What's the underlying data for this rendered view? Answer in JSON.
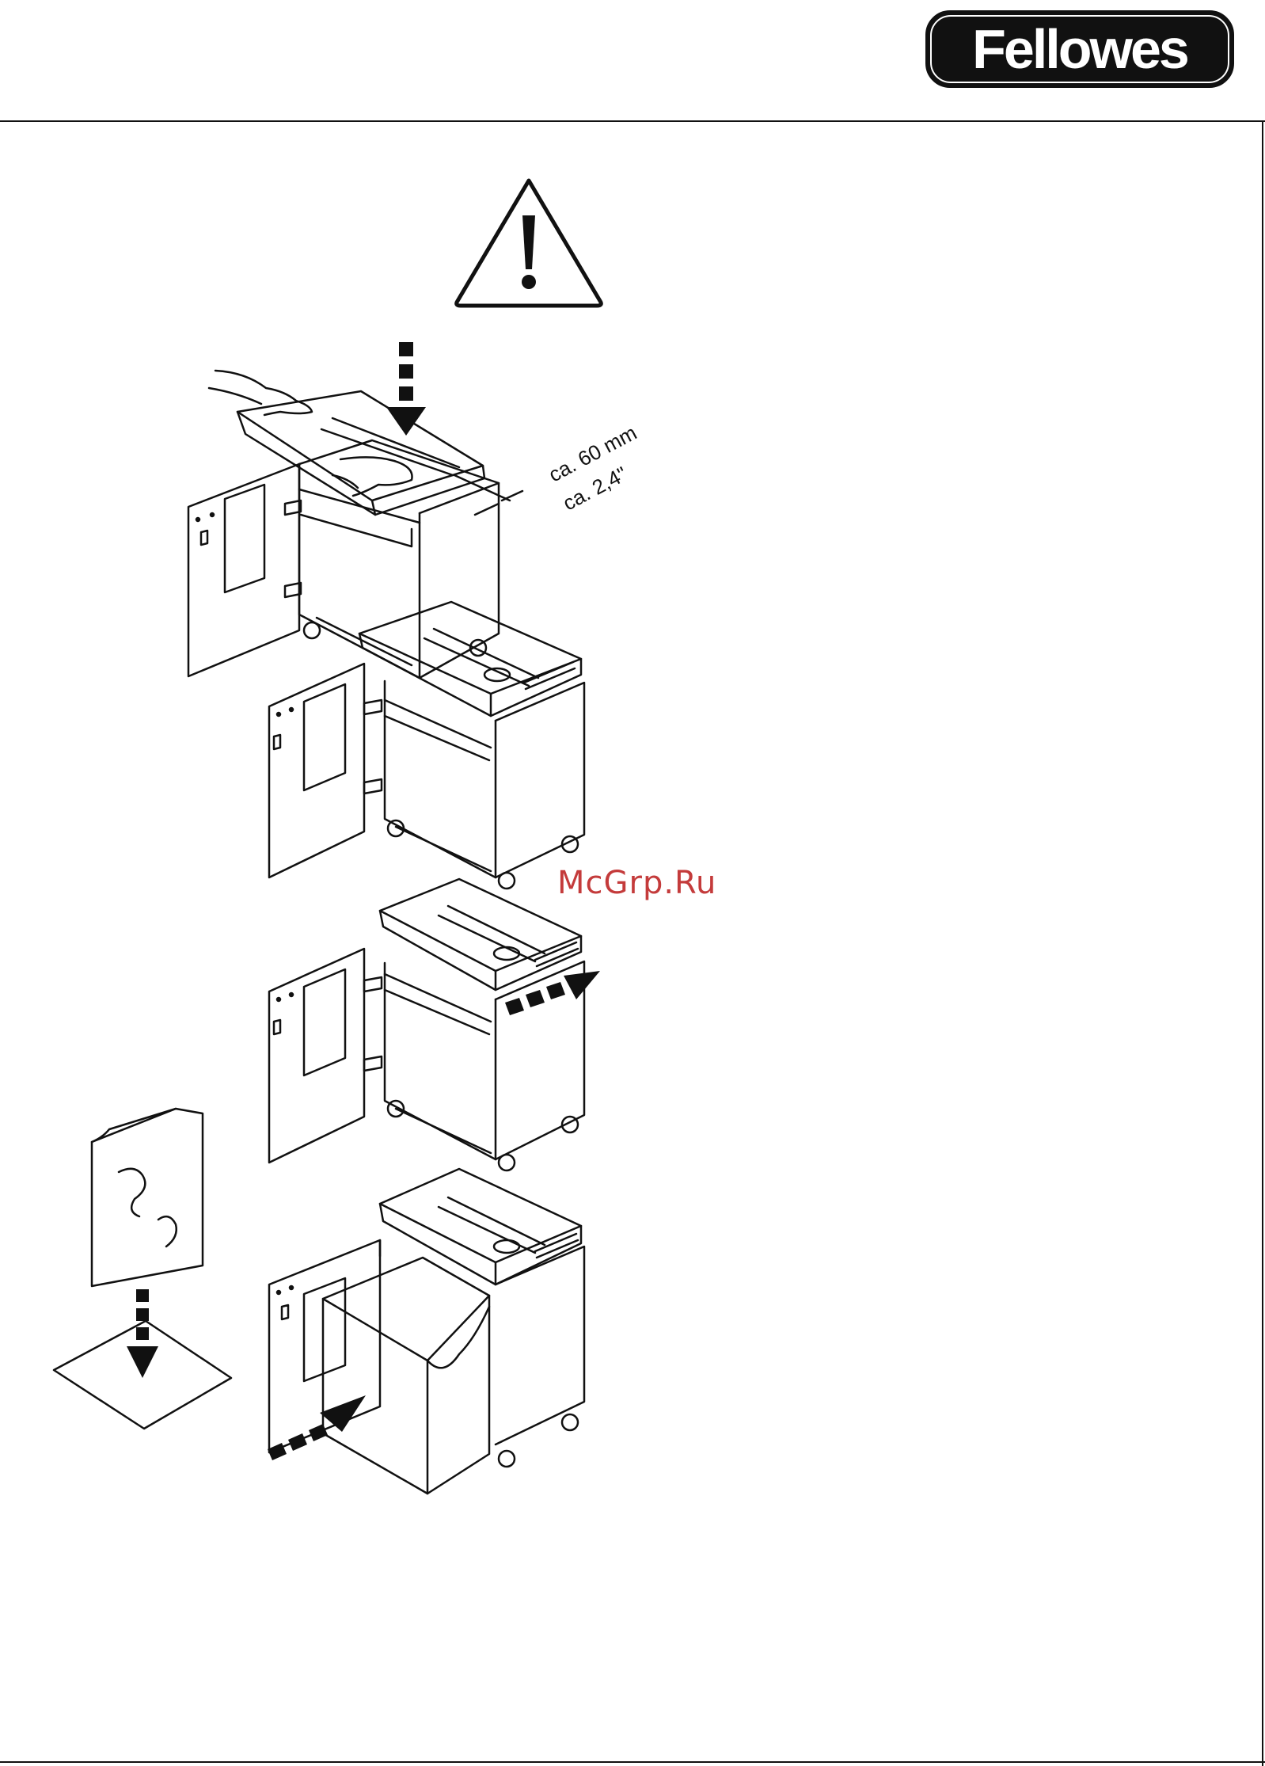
{
  "brand": {
    "logo_text": "Fellowes"
  },
  "dimension": {
    "metric": "ca. 60 mm",
    "imperial": "ca. 2,4\""
  },
  "watermark": "McGrp.Ru",
  "icons": [
    "warning-triangle-icon",
    "down-arrow-icon",
    "right-arrow-icon"
  ]
}
